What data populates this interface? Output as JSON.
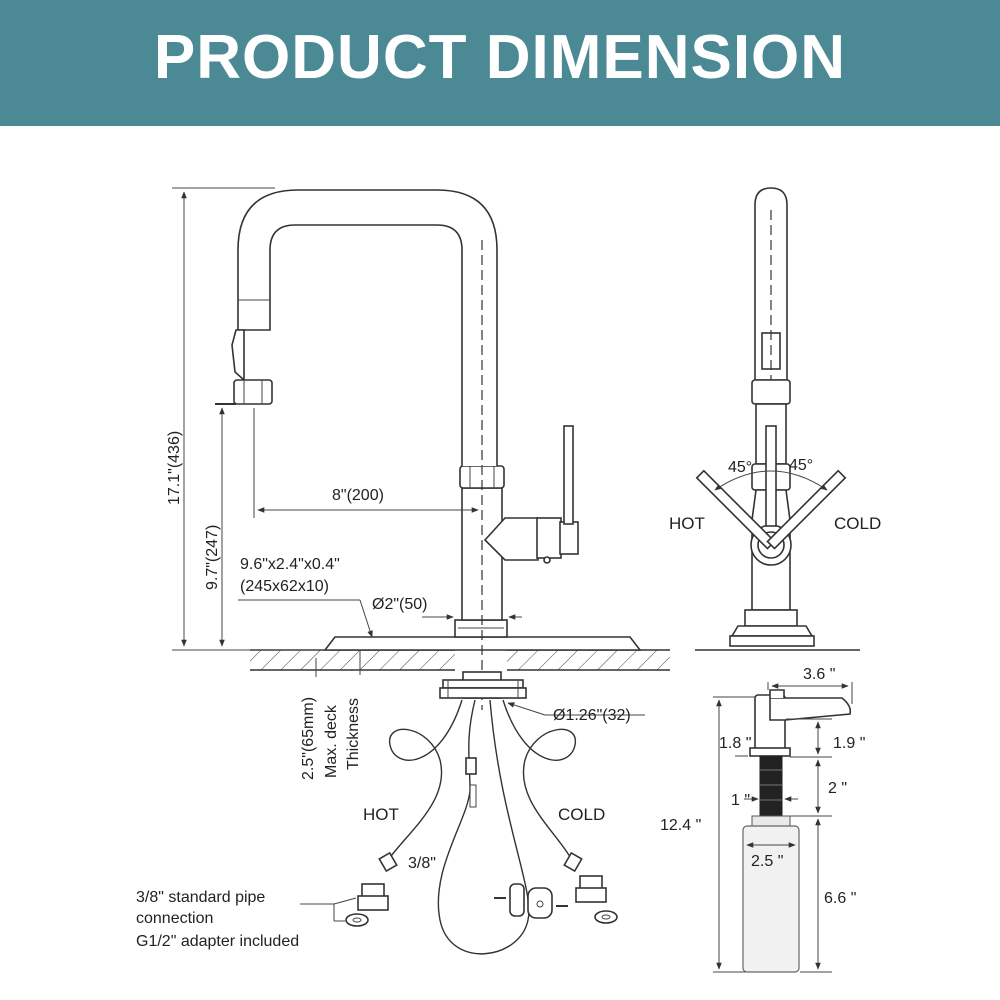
{
  "banner": {
    "title": "PRODUCT DIMENSION",
    "color": "#4b8a94"
  },
  "faucet": {
    "height": "17.1\"(436)",
    "spout_height": "9.7\"(247)",
    "reach": "8\"(200)",
    "plate_size": "9.6\"x2.4\"x0.4\"",
    "plate_size_mm": "(245x62x10)",
    "base_diameter": "Ø2\"(50)",
    "deck_thickness": "2.5\"(65mm)",
    "deck_label_1": "Max. deck",
    "deck_label_2": "Thickness",
    "shank_diameter": "Ø1.26\"(32)"
  },
  "side_view": {
    "hot": "HOT",
    "cold": "COLD",
    "angle_left": "45°",
    "angle_right": "45°"
  },
  "hoses": {
    "hot": "HOT",
    "cold": "COLD",
    "size": "3/8\""
  },
  "connection_note": {
    "line1": "3/8\" standard pipe",
    "line2": "connection",
    "line3": "G1/2\" adapter included"
  },
  "dispenser": {
    "width": "3.6 \"",
    "total_height": "12.4 \"",
    "top_left": "1.8 \"",
    "top_right": "1.9 \"",
    "neck_right": "2 \"",
    "neck_left": "1 \"",
    "bottle_width": "2.5 \"",
    "bottle_height": "6.6 \""
  }
}
